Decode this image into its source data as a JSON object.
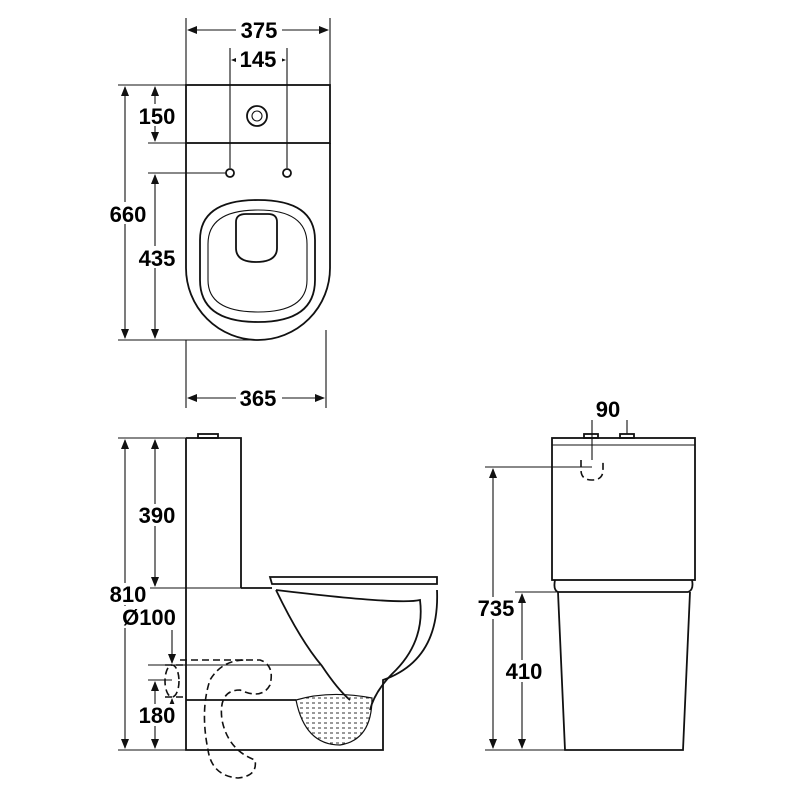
{
  "top_view": {
    "overall_width": "375",
    "hole_spacing": "145",
    "tank_depth": "150",
    "overall_length": "660",
    "bowl_length": "435",
    "bowl_width": "365"
  },
  "side_view": {
    "tank_height": "390",
    "overall_height": "810",
    "outlet_diameter": "Ø100",
    "outlet_height": "180"
  },
  "front_view": {
    "button_offset": "90",
    "overall_height": "735",
    "bowl_height": "410"
  }
}
